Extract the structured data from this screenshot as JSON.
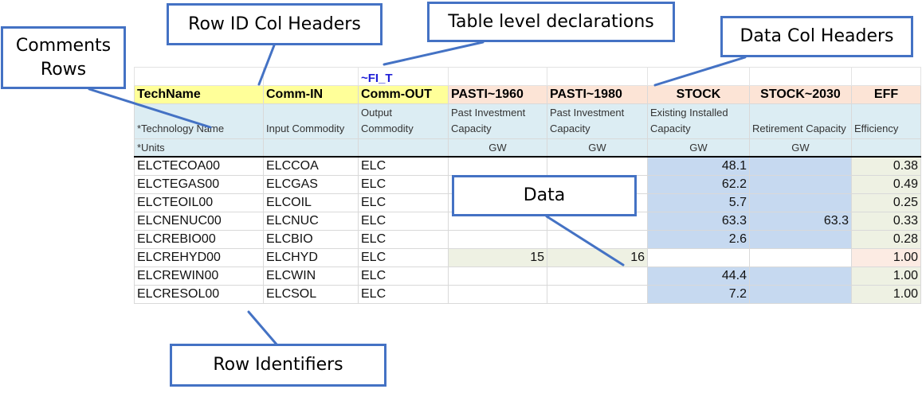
{
  "table": {
    "declaration": "~FI_T",
    "headers": {
      "techname": "TechName",
      "comm_in": "Comm-IN",
      "comm_out": "Comm-OUT",
      "pasti1960": "PASTI~1960",
      "pasti1980": "PASTI~1980",
      "stock": "STOCK",
      "stock2030": "STOCK~2030",
      "eff": "EFF"
    },
    "comments": {
      "techname": "*Technology Name",
      "comm_in": "Input Commodity",
      "comm_out": "Output Commodity",
      "pasti1960": "Past Investment Capacity",
      "pasti1980": "Past Investment Capacity",
      "stock": "Existing Installed Capacity",
      "stock2030": "Retirement Capacity",
      "eff": "Efficiency"
    },
    "units": {
      "label": "*Units",
      "pasti1960": "GW",
      "pasti1980": "GW",
      "stock": "GW",
      "stock2030": "GW"
    },
    "rows": [
      {
        "tech": "ELCTECOA00",
        "in": "ELCCOA",
        "out": "ELC",
        "pasti1960": "",
        "pasti1980": "",
        "stock": "48.1",
        "stock2030": "",
        "eff": "0.38"
      },
      {
        "tech": "ELCTEGAS00",
        "in": "ELCGAS",
        "out": "ELC",
        "pasti1960": "",
        "pasti1980": "",
        "stock": "62.2",
        "stock2030": "",
        "eff": "0.49"
      },
      {
        "tech": "ELCTEOIL00",
        "in": "ELCOIL",
        "out": "ELC",
        "pasti1960": "",
        "pasti1980": "",
        "stock": "5.7",
        "stock2030": "",
        "eff": "0.25"
      },
      {
        "tech": "ELCNENUC00",
        "in": "ELCNUC",
        "out": "ELC",
        "pasti1960": "",
        "pasti1980": "",
        "stock": "63.3",
        "stock2030": "63.3",
        "eff": "0.33"
      },
      {
        "tech": "ELCREBIO00",
        "in": "ELCBIO",
        "out": "ELC",
        "pasti1960": "",
        "pasti1980": "",
        "stock": "2.6",
        "stock2030": "",
        "eff": "0.28"
      },
      {
        "tech": "ELCREHYD00",
        "in": "ELCHYD",
        "out": "ELC",
        "pasti1960": "15",
        "pasti1980": "16",
        "stock": "",
        "stock2030": "",
        "eff": "1.00"
      },
      {
        "tech": "ELCREWIN00",
        "in": "ELCWIN",
        "out": "ELC",
        "pasti1960": "",
        "pasti1980": "",
        "stock": "44.4",
        "stock2030": "",
        "eff": "1.00"
      },
      {
        "tech": "ELCRESOL00",
        "in": "ELCSOL",
        "out": "ELC",
        "pasti1960": "",
        "pasti1980": "",
        "stock": "7.2",
        "stock2030": "",
        "eff": "1.00"
      }
    ]
  },
  "callouts": {
    "comments_rows": "Comments Rows",
    "row_id_col_headers": "Row ID Col Headers",
    "table_level_declarations": "Table level declarations",
    "data_col_headers": "Data Col Headers",
    "data": "Data",
    "row_identifiers": "Row Identifiers"
  },
  "colors": {
    "callout_border": "#4472c4",
    "header_yellow": "#ffff99",
    "header_pink": "#fce4d6",
    "comment_blue": "#dcedf3",
    "stock_blue": "#c6d9f0",
    "pasti_green": "#eef1e3",
    "declaration_blue": "#1f1fd6"
  }
}
